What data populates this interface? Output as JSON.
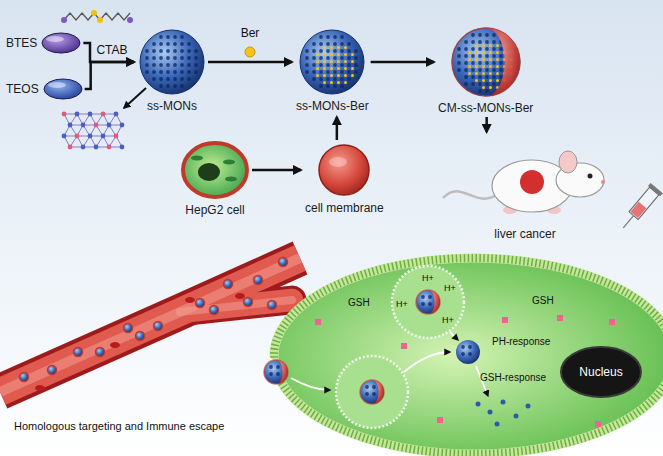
{
  "diagram": {
    "nodes": [
      {
        "text": [
          "BTES"
        ]
      },
      {
        "text": [
          "TEOS"
        ]
      },
      {
        "text": [
          "ss-MONs"
        ]
      },
      {
        "text": [
          "ss-MONs-Ber"
        ]
      },
      {
        "text": [
          "CM-ss-MONs-Ber"
        ]
      },
      {
        "text": [
          "HepG2 cell"
        ]
      },
      {
        "text": [
          "cell membrane"
        ]
      },
      {
        "text": [
          "liver cancer"
        ]
      },
      {
        "text": [
          "Nucleus"
        ]
      }
    ],
    "edges": [
      {
        "from": 0,
        "to": 2,
        "label": "CTAB",
        "arrow": "to"
      },
      {
        "from": 1,
        "to": 2,
        "arrow": "to"
      },
      {
        "from": 2,
        "to": 3,
        "label": "Ber",
        "arrow": "to"
      },
      {
        "from": 3,
        "to": 4,
        "arrow": "to"
      },
      {
        "from": 5,
        "to": 6,
        "arrow": "to"
      },
      {
        "from": 6,
        "to": 3,
        "arrow": "to"
      },
      {
        "from": 4,
        "to": 7,
        "arrow": "to"
      }
    ],
    "labels": [
      "Homologous targeting and Immune escape",
      "GSH",
      "H+",
      "H+",
      "H+",
      "H+",
      "GSH",
      "PH-response",
      "GSH-response"
    ]
  }
}
